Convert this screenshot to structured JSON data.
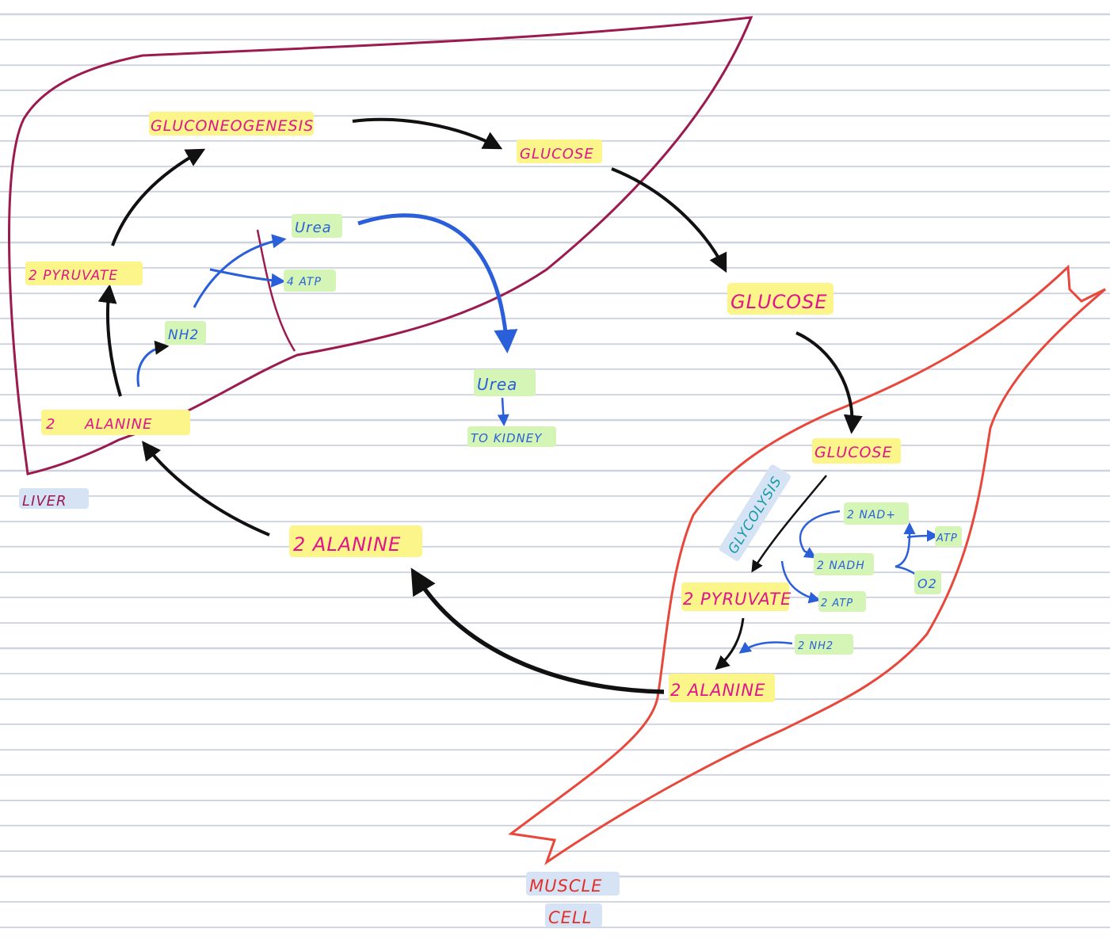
{
  "colors": {
    "liver_outline": "#9b1b50",
    "muscle_outline": "#e8483c",
    "label_magenta": "#e0148c",
    "label_blue": "#2b5fd9",
    "label_teal": "#139aa6",
    "label_red": "#e0302a",
    "label_maroon": "#9b1b50",
    "highlight_yellow": "#fbf58a",
    "highlight_green": "#d4f5b5",
    "highlight_blue": "#d5e3f5",
    "arrow_black": "#111111",
    "arrow_blue": "#2b5fd9"
  },
  "liver": {
    "gluconeogenesis": "GLUCONEOGENESIS",
    "glucose": "GLUCOSE",
    "pyruvate": "2 PYRUVATE",
    "alanine": "2 ALANINE",
    "nh2": "NH2",
    "urea": "Urea",
    "atp": "4 ATP",
    "organ_label": "LIVER"
  },
  "blood": {
    "glucose": "GLUCOSE",
    "alanine": "2 ALANINE",
    "urea": "Urea",
    "to_kidney": "TO KIDNEY"
  },
  "muscle": {
    "glucose": "GLUCOSE",
    "glycolysis": "GLYCOLYSIS",
    "nad": "2 NAD+",
    "nadh": "2 NADH",
    "atp_right": "ATP",
    "o2": "O2",
    "atp_2": "2 ATP",
    "pyruvate": "2 PYRUVATE",
    "nh2": "2 NH2",
    "alanine": "2 ALANINE",
    "organ_label_line1": "MUSCLE",
    "organ_label_line2": "CELL"
  }
}
